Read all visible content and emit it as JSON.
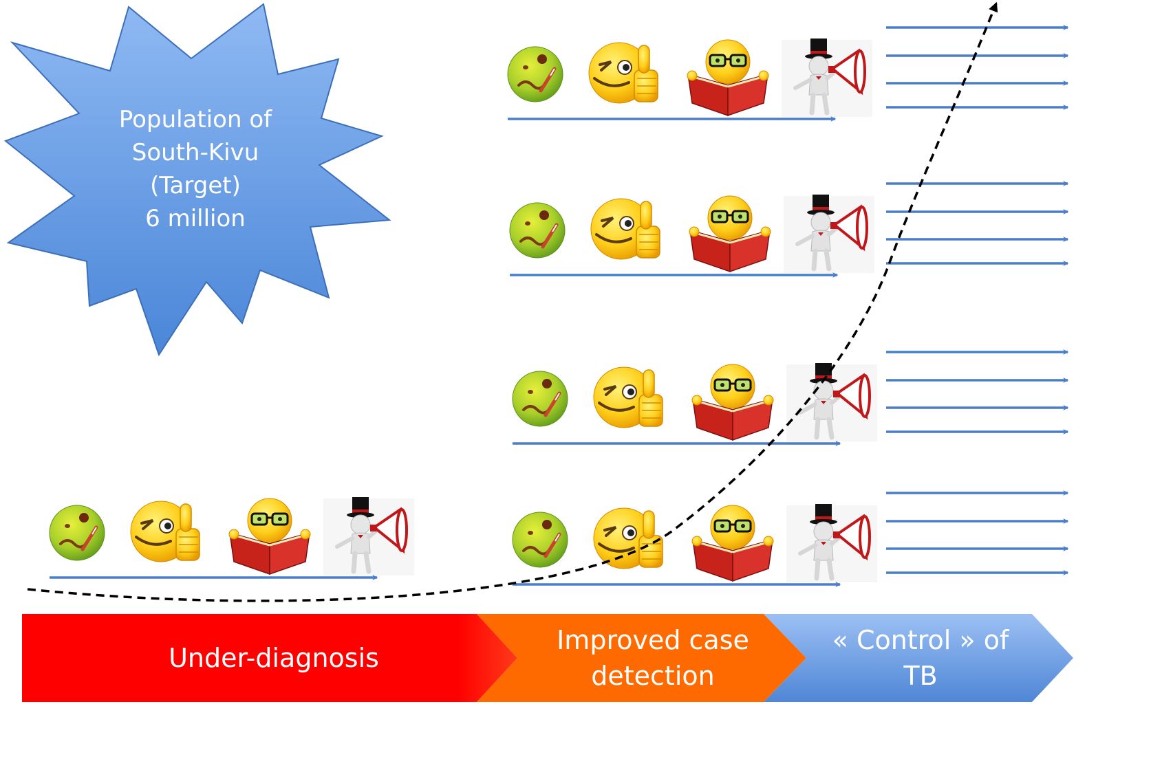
{
  "starburst": {
    "lines": [
      "Population of",
      "South-Kivu",
      "(Target)",
      "6 million"
    ],
    "fill_top": "#8fb9f3",
    "fill_bottom": "#4a86d8",
    "stroke": "#3c6fb8",
    "text_color": "#ffffff"
  },
  "stages": [
    {
      "lines": [
        "Under-diagnosis"
      ],
      "color": "#ff0000"
    },
    {
      "lines": [
        "Improved case",
        "detection"
      ],
      "color": "#ff6a00"
    },
    {
      "lines": [
        "« Control » of",
        "TB"
      ],
      "color": "#6b9fe6"
    }
  ],
  "icons": [
    "sick-face-icon",
    "wink-thumbs-up-face-icon",
    "reading-face-icon",
    "announcer-figure-icon"
  ],
  "arrow_color": "#4a7ec8",
  "curve_color": "#000000",
  "groups": {
    "initial_count": 1,
    "expanded_count": 4,
    "fanout_arrows_per_group": 4
  }
}
